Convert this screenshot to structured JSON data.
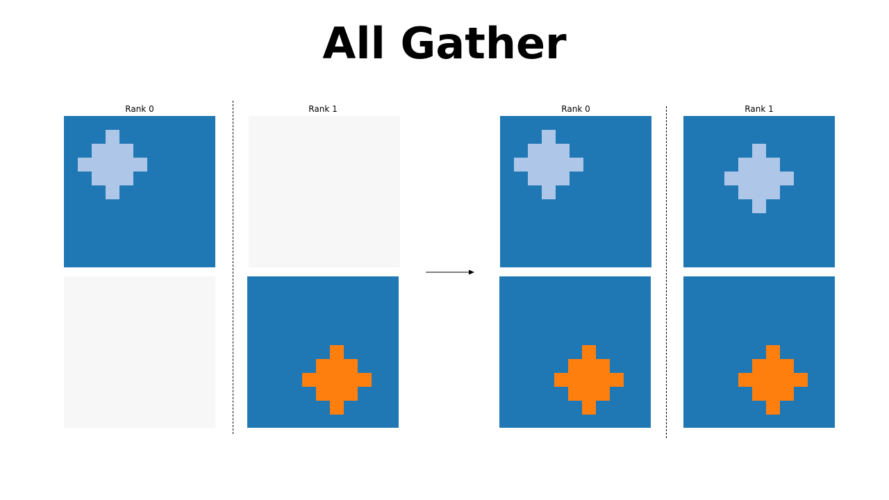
{
  "title": "All Gather",
  "colors": {
    "tile": "#1f77b4",
    "empty_tile": "#f7f7f7",
    "rank0_chunk": "#aec7e8",
    "rank1_chunk": "#ff7f0e"
  },
  "before": {
    "rank0_label": "Rank 0",
    "rank1_label": "Rank 1"
  },
  "after": {
    "rank0_label": "Rank 0",
    "rank1_label": "Rank 1"
  }
}
